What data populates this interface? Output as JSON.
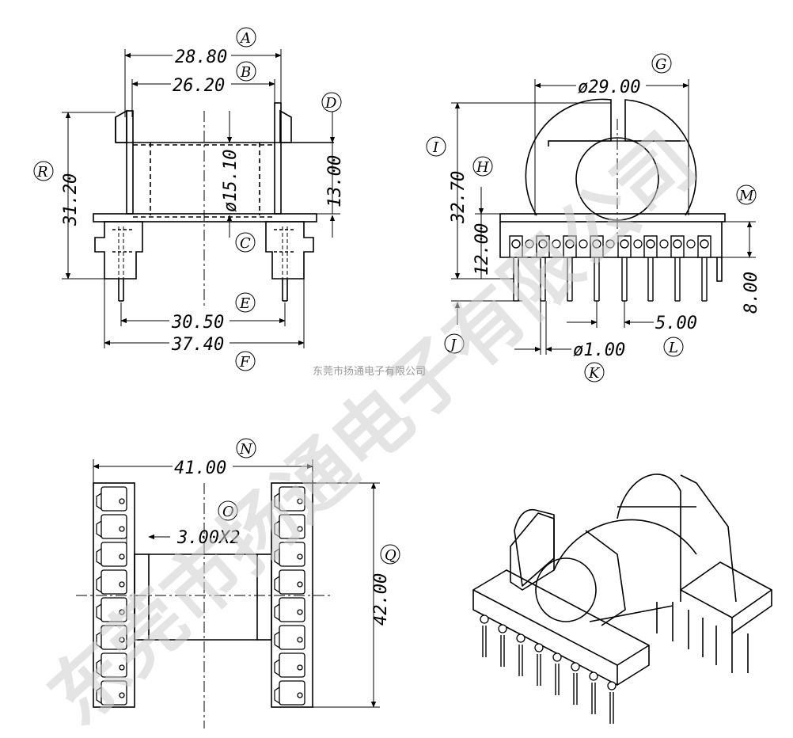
{
  "dimensions": {
    "A": "28.80",
    "B": "26.20",
    "C": "ø15.10",
    "D": "13.00",
    "E": "30.50",
    "F": "37.40",
    "G": "ø29.00",
    "H": "12.00",
    "I": "32.70",
    "K": "ø1.00",
    "L": "5.00",
    "M": "8.00",
    "N": "41.00",
    "O": "3.00X2",
    "Q": "42.00",
    "R": "31.20"
  },
  "labels": {
    "A": "A",
    "B": "B",
    "C": "C",
    "D": "D",
    "E": "E",
    "F": "F",
    "G": "G",
    "H": "H",
    "I": "I",
    "J": "J",
    "K": "K",
    "L": "L",
    "M": "M",
    "N": "N",
    "O": "O",
    "Q": "Q",
    "R": "R"
  },
  "watermark": {
    "large": "东莞市扬通电子有限公司",
    "small": "东莞市扬通电子有限公司"
  }
}
